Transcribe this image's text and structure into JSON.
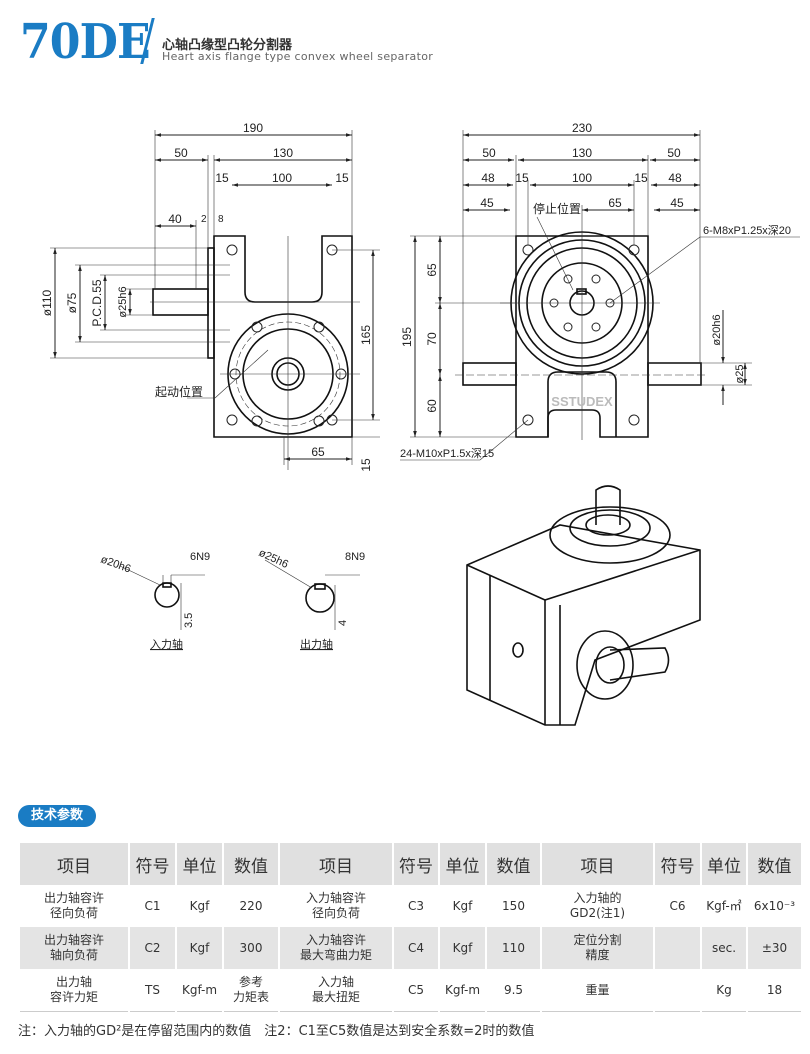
{
  "header": {
    "model": "70DE",
    "title_cn": "心轴凸缘型凸轮分割器",
    "title_en": "Heart axis flange type convex wheel separator"
  },
  "drawing_left": {
    "d190": "190",
    "d50": "50",
    "d130": "130",
    "d15a": "15",
    "d100": "100",
    "d15b": "15",
    "d40": "40",
    "d2": "2",
    "d8": "8",
    "dia110": "ø110",
    "dia75": "ø75",
    "pcd": "P.C.D.55",
    "dia25h6": "ø25h6",
    "d165": "165",
    "d15c": "15",
    "d65": "65",
    "start_pos": "起动位置"
  },
  "drawing_right": {
    "d230": "230",
    "d50a": "50",
    "d130": "130",
    "d50b": "50",
    "d48a": "48",
    "d15a": "15",
    "d100": "100",
    "d15b": "15",
    "d48b": "48",
    "d45a": "45",
    "d65h": "65",
    "d45b": "45",
    "stop_pos": "停止位置",
    "thread_top": "6-M8xP1.25x深20",
    "d195": "195",
    "d65v": "65",
    "d70": "70",
    "d60": "60",
    "dia20h6": "ø20h6",
    "dia25": "ø25",
    "brand": "SSTUDEX",
    "thread_bottom": "24-M10xP1.5x深15"
  },
  "sections": [
    {
      "dia": "ø20h6",
      "key": "6N9",
      "depth": "3.5",
      "label": "入力轴"
    },
    {
      "dia": "ø25h6",
      "key": "8N9",
      "depth": "4",
      "label": "出力轴"
    }
  ],
  "specs": {
    "badge": "技术参数",
    "headers": [
      "项目",
      "符号",
      "单位",
      "数值",
      "项目",
      "符号",
      "单位",
      "数值",
      "项目",
      "符号",
      "单位",
      "数值"
    ],
    "rows": [
      [
        "出力轴容许\n径向负荷",
        "C1",
        "Kgf",
        "220",
        "入力轴容许\n径向负荷",
        "C3",
        "Kgf",
        "150",
        "入力轴的\nGD2(注1)",
        "C6",
        "Kgf-㎡",
        "6x10⁻³"
      ],
      [
        "出力轴容许\n轴向负荷",
        "C2",
        "Kgf",
        "300",
        "入力轴容许\n最大弯曲力矩",
        "C4",
        "Kgf",
        "110",
        "定位分割\n精度",
        "",
        "sec.",
        "±30"
      ],
      [
        "出力轴\n容许力矩",
        "TS",
        "Kgf-m",
        "参考\n力矩表",
        "入力轴\n最大扭矩",
        "C5",
        "Kgf-m",
        "9.5",
        "重量",
        "",
        "Kg",
        "18"
      ]
    ],
    "note": "注：入力轴的GD²是在停留范围内的数值　注2：C1至C5数值是达到安全系数=2时的数值"
  }
}
